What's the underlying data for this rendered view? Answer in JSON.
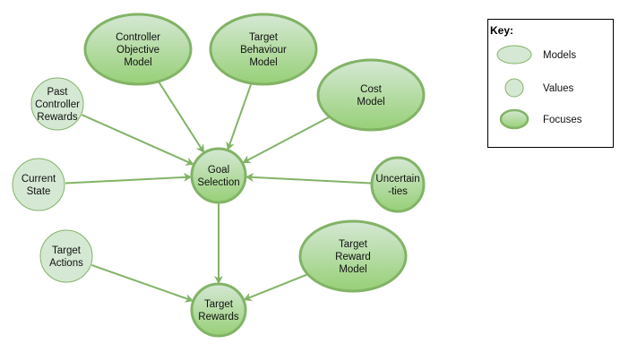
{
  "colors": {
    "value_fill": "#d5e8d4",
    "value_stroke": "#82b366",
    "focus_fill_top": "#d5e8d4",
    "focus_fill_bottom": "#97d077",
    "focus_stroke": "#82b366",
    "edge": "#82b366",
    "key_border": "#000000"
  },
  "nodes": [
    {
      "id": "controller-objective-model",
      "kind": "focus",
      "lines": [
        "Controller",
        "Objective",
        "Model"
      ]
    },
    {
      "id": "target-behaviour-model",
      "kind": "focus",
      "lines": [
        "Target",
        "Behaviour",
        "Model"
      ]
    },
    {
      "id": "cost-model",
      "kind": "focus",
      "lines": [
        "Cost",
        "Model"
      ]
    },
    {
      "id": "past-controller-rewards",
      "kind": "value",
      "lines": [
        "Past",
        "Controller",
        "Rewards"
      ]
    },
    {
      "id": "current-state",
      "kind": "value",
      "lines": [
        "Current",
        "State"
      ]
    },
    {
      "id": "goal-selection",
      "kind": "focus",
      "lines": [
        "Goal",
        "Selection"
      ]
    },
    {
      "id": "uncertainties",
      "kind": "focus",
      "lines": [
        "Uncertain",
        "-ties"
      ]
    },
    {
      "id": "target-actions",
      "kind": "value",
      "lines": [
        "Target",
        "Actions"
      ]
    },
    {
      "id": "target-reward-model",
      "kind": "focus",
      "lines": [
        "Target",
        "Reward",
        "Model"
      ]
    },
    {
      "id": "target-rewards",
      "kind": "focus",
      "lines": [
        "Target",
        "Rewards"
      ]
    }
  ],
  "edges": [
    {
      "from": "controller-objective-model",
      "to": "goal-selection"
    },
    {
      "from": "target-behaviour-model",
      "to": "goal-selection"
    },
    {
      "from": "cost-model",
      "to": "goal-selection"
    },
    {
      "from": "past-controller-rewards",
      "to": "goal-selection"
    },
    {
      "from": "current-state",
      "to": "goal-selection"
    },
    {
      "from": "uncertainties",
      "to": "goal-selection"
    },
    {
      "from": "goal-selection",
      "to": "target-rewards"
    },
    {
      "from": "target-actions",
      "to": "target-rewards"
    },
    {
      "from": "target-reward-model",
      "to": "target-rewards"
    }
  ],
  "key": {
    "title": "Key:",
    "items": [
      {
        "kind": "model",
        "label": "Models"
      },
      {
        "kind": "value",
        "label": "Values"
      },
      {
        "kind": "focus",
        "label": "Focuses"
      }
    ]
  }
}
